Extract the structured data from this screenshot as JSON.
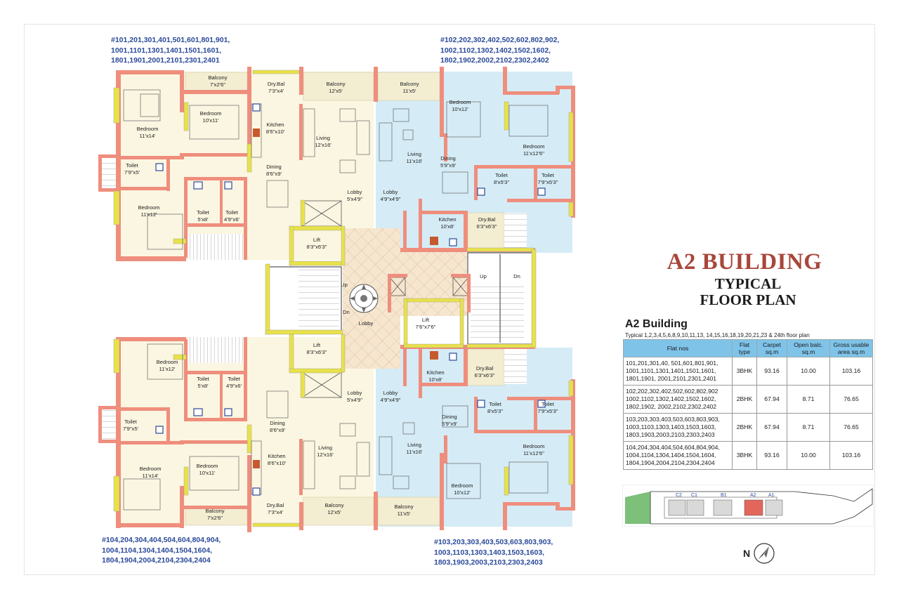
{
  "title": "A2 BUILDING",
  "subtitle": "TYPICAL\nFLOOR PLAN",
  "table_title": "A2 Building",
  "table_subtitle": "Typical 1,2,3,4,5,6,8,9,10,11,13, 14,15,16,18,19,20,21,23 & 24th floor plan",
  "table_headers": [
    "Flat nos",
    "Flat type",
    "Carpet sq.m",
    "Open balc. sq.m",
    "Gross usable area sq.m"
  ],
  "table_rows": [
    {
      "nos": "101,201,301,40, 501,601,801,901, 1001,1101,1301,1401,1501,1601, 1801,1901, 2001,2101,2301,2401",
      "type": "3BHK",
      "carpet": "93.16",
      "balc": "10.00",
      "gross": "103.16"
    },
    {
      "nos": "102,202,302,402,502,602,802,902 1002,1102,1302,1402,1502,1602, 1802,1902, 2002,2102,2302,2402",
      "type": "2BHK",
      "carpet": "67.94",
      "balc": "8.71",
      "gross": "76.65"
    },
    {
      "nos": "103,203,303,403,503,603,803,903, 1003,1103,1303,1403,1503,1603, 1803,1903,2003,2103,2303,2403",
      "type": "2BHK",
      "carpet": "67.94",
      "balc": "8.71",
      "gross": "76.65"
    },
    {
      "nos": "104,204,304,404,504,604,804,904, 1004,1104,1304,1404,1504,1604, 1804,1904,2004,2104,2304,2404",
      "type": "3BHK",
      "carpet": "93.16",
      "balc": "10.00",
      "gross": "103.16"
    }
  ],
  "flat_lists": {
    "top_left": "#101,201,301,401,501,601,801,901,\n1001,1101,1301,1401,1501,1601,\n1801,1901,2001,2101,2301,2401",
    "top_right": "#102,202,302,402,502,602,802,902,\n1002,1102,1302,1402,1502,1602,\n1802,1902,2002,2102,2302,2402",
    "bottom_left": "#104,204,304,404,504,604,804,904,\n1004,1104,1304,1404,1504,1604,\n1804,1904,2004,2104,2304,2404",
    "bottom_right": "#103,203,303,403,503,603,803,903,\n1003,1103,1303,1403,1503,1603,\n1803,1903,2003,2103,2303,2403"
  },
  "rooms": {
    "tl_balcony": "Balcony",
    "tl_balcony_dim": "7'x2'6\"",
    "tl_drybal": "Dry.Bal",
    "tl_drybal_dim": "7'3\"x4'",
    "tl_balcony2": "Balcony",
    "tl_balcony2_dim": "12'x5'",
    "tl_bedroom1": "Bedroom",
    "tl_bedroom1_dim": "11'x14'",
    "tl_bedroom2": "Bedroom",
    "tl_bedroom2_dim": "10'x11'",
    "tl_kitchen": "Kitchen",
    "tl_kitchen_dim": "8'6\"x10'",
    "tl_living": "Living",
    "tl_living_dim": "12'x16'",
    "tl_toilet1": "Toilet",
    "tl_toilet1_dim": "7'9\"x5'",
    "tl_dining": "Dining",
    "tl_dining_dim": "8'6\"x9'",
    "tl_bedroom3": "Bedroom",
    "tl_bedroom3_dim": "11'x12'",
    "tl_toilet2": "Toilet",
    "tl_toilet2_dim": "5'x8'",
    "tl_toilet3": "Toilet",
    "tl_toilet3_dim": "4'9\"x6'",
    "tl_lobby": "Lobby",
    "tl_lobby_dim": "5'x4'9\"",
    "tr_balcony": "Balcony",
    "tr_balcony_dim": "11'x5'",
    "tr_bedroom1": "Bedroom",
    "tr_bedroom1_dim": "10'x12'",
    "tr_bedroom2": "Bedroom",
    "tr_bedroom2_dim": "11'x12'6\"",
    "tr_living": "Living",
    "tr_living_dim": "11'x16'",
    "tr_dining": "Dining",
    "tr_dining_dim": "5'9\"x9'",
    "tr_toilet1": "Toilet",
    "tr_toilet1_dim": "8'x5'3\"",
    "tr_toilet2": "Toilet",
    "tr_toilet2_dim": "7'9\"x5'3\"",
    "tr_lobby": "Lobby",
    "tr_lobby_dim": "4'9\"x4'9\"",
    "tr_kitchen": "Kitchen",
    "tr_kitchen_dim": "10'x8'",
    "tr_drybal": "Dry.Bal",
    "tr_drybal_dim": "6'3\"x6'3\"",
    "lift1": "Lift",
    "lift1_dim": "8'3\"x6'3\"",
    "lift2": "Lift",
    "lift2_dim": "8'3\"x6'3\"",
    "lift3": "Lift",
    "lift3_dim": "7'6\"x7'6\"",
    "c_lobby": "Lobby",
    "up1": "Up",
    "dn1": "Dn",
    "up2": "Up",
    "dn2": "Dn",
    "bl_bedroom1": "Bedroom",
    "bl_bedroom1_dim": "11'x12'",
    "bl_toilet1": "Toilet",
    "bl_toilet1_dim": "5'x8'",
    "bl_toilet2": "Toilet",
    "bl_toilet2_dim": "4'9\"x6'",
    "bl_toilet3": "Toilet",
    "bl_toilet3_dim": "7'9\"x5'",
    "bl_dining": "Dining",
    "bl_dining_dim": "8'6\"x9'",
    "bl_lobby": "Lobby",
    "bl_lobby_dim": "5'x4'9\"",
    "bl_living": "Living",
    "bl_living_dim": "12'x16'",
    "bl_kitchen": "Kitchen",
    "bl_kitchen_dim": "8'6\"x10'",
    "bl_bedroom2": "Bedroom",
    "bl_bedroom2_dim": "11'x14'",
    "bl_bedroom3": "Bedroom",
    "bl_bedroom3_dim": "10'x11'",
    "bl_drybal": "Dry.Bal",
    "bl_drybal_dim": "7'3\"x4'",
    "bl_balcony": "Balcony",
    "bl_balcony_dim": "12'x5'",
    "bl_balcony2": "Balcony",
    "bl_balcony2_dim": "7'x2'6\"",
    "br_lobby": "Lobby",
    "br_lobby_dim": "4'9\"x4'9\"",
    "br_kitchen": "Kitchen",
    "br_kitchen_dim": "10'x8'",
    "br_drybal": "Dry.Bal",
    "br_drybal_dim": "6'3\"x6'3\"",
    "br_dining": "Dining",
    "br_dining_dim": "5'9\"x9'",
    "br_toilet1": "Toilet",
    "br_toilet1_dim": "8'x5'3\"",
    "br_toilet2": "Toilet",
    "br_toilet2_dim": "7'9\"x5'3\"",
    "br_living": "Living",
    "br_living_dim": "11'x16'",
    "br_bedroom1": "Bedroom",
    "br_bedroom1_dim": "11'x12'6\"",
    "br_bedroom2": "Bedroom",
    "br_bedroom2_dim": "10'x12'",
    "br_balcony": "Balcony",
    "br_balcony_dim": "11'x5'"
  },
  "key_plan": {
    "c2": "C2",
    "c1": "C1",
    "b1": "B1",
    "a2": "A2",
    "a1": "A1"
  },
  "compass": {
    "n": "N"
  },
  "colors": {
    "wall": "#ef8e7d",
    "window": "#e8e24a",
    "flat_a": "#fbf6e1",
    "flat_b": "#d5ecf6",
    "title": "#a8473a",
    "list_text": "#2b4a9a",
    "table_header": "#7fc3e9"
  }
}
